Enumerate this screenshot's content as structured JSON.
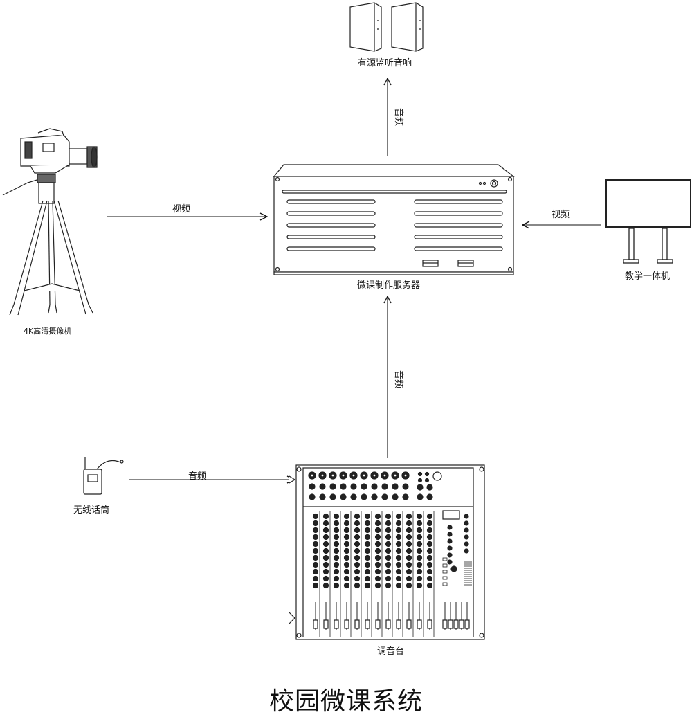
{
  "title": "校园微课系统",
  "nodes": {
    "speakers": {
      "label": "有源监听音响",
      "icon": "speaker-icon"
    },
    "server": {
      "label": "微课制作服务器",
      "icon": "rack-server-icon"
    },
    "camera": {
      "label": "4K高清摄像机",
      "icon": "video-camera-icon"
    },
    "teaching_pc": {
      "label": "教学一体机",
      "icon": "all-in-one-display-icon"
    },
    "wireless_mic": {
      "label": "无线话筒",
      "icon": "wireless-mic-receiver-icon"
    },
    "mixer": {
      "label": "调音台",
      "icon": "audio-mixer-icon"
    }
  },
  "edges": {
    "server_to_speakers": {
      "from": "server",
      "to": "speakers",
      "label": "音频"
    },
    "camera_to_server": {
      "from": "camera",
      "to": "server",
      "label": "视频"
    },
    "pc_to_server": {
      "from": "teaching_pc",
      "to": "server",
      "label": "视频"
    },
    "mixer_to_server": {
      "from": "mixer",
      "to": "server",
      "label": "音频"
    },
    "mic_to_mixer": {
      "from": "wireless_mic",
      "to": "mixer",
      "label": "音频"
    }
  }
}
